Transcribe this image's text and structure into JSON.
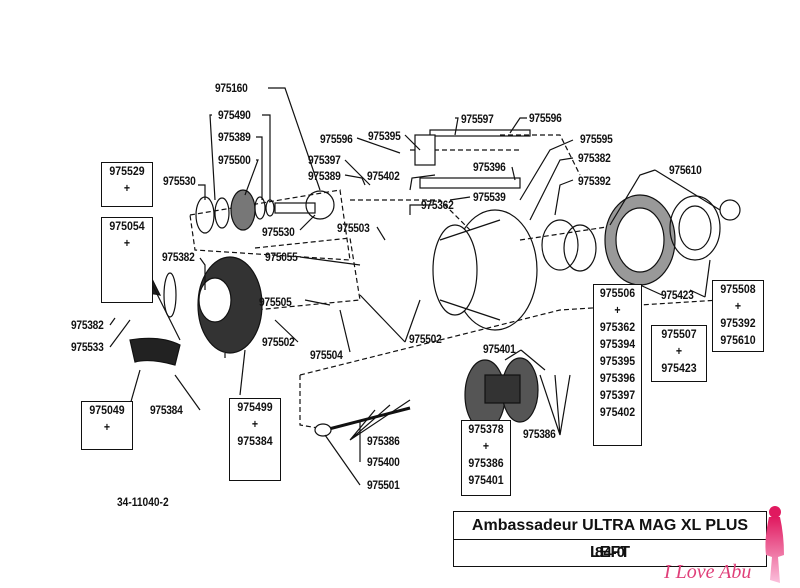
{
  "diagram": {
    "title": "Ambassadeur ULTRA MAG XL PLUS LEFT",
    "model_code": "84-0",
    "drawing_number": "34-11040-2",
    "watermark": "I Love Abu",
    "watermark_color": "#e0407a",
    "labels": {
      "p975160": "975160",
      "p975490": "975490",
      "p975389a": "975389",
      "p975500": "975500",
      "p975530a": "975530",
      "p975530b": "975530",
      "p975596a": "975596",
      "p975395": "975395",
      "p975597": "975597",
      "p975596b": "975596",
      "p975595": "975595",
      "p975397": "975397",
      "p975389b": "975389",
      "p975402": "975402",
      "p975396": "975396",
      "p975382a": "975382",
      "p975539": "975539",
      "p975392": "975392",
      "p975362": "975362",
      "p975610": "975610",
      "p975503": "975503",
      "p975382b": "975382",
      "p975055": "975055",
      "p975505": "975505",
      "p975382c": "975382",
      "p975533": "975533",
      "p975502a": "975502",
      "p975502b": "975502",
      "p975504": "975504",
      "p975423": "975423",
      "p975401": "975401",
      "p975384": "975384",
      "p975386a": "975386",
      "p975386b": "975386",
      "p975400": "975400",
      "p975501": "975501"
    },
    "kits": {
      "k975529": [
        "975529",
        "+"
      ],
      "k975054": [
        "975054",
        "+"
      ],
      "k975049": [
        "975049",
        "+"
      ],
      "k975499": [
        "975499",
        "+",
        "975384"
      ],
      "k975378": [
        "975378",
        "+",
        "975386",
        "975401"
      ],
      "k975506": [
        "975506",
        "+",
        "975362",
        "975394",
        "975395",
        "975396",
        "975397",
        "975402"
      ],
      "k975507": [
        "975507",
        "+",
        "975423"
      ],
      "k975508": [
        "975508",
        "+",
        "975392",
        "975610"
      ]
    }
  }
}
